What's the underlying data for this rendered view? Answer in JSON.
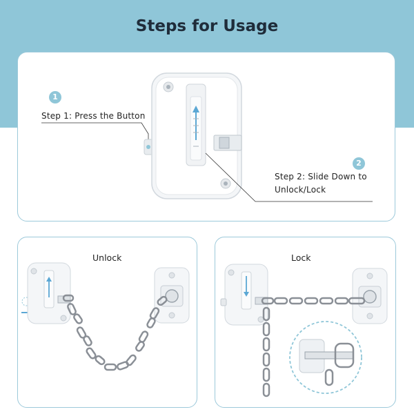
{
  "title": "Steps for Usage",
  "steps": [
    {
      "number": "1",
      "text": "Step 1: Press the Button"
    },
    {
      "number": "2",
      "text_line1": "Step 2: Slide Down to",
      "text_line2": "Unlock/Lock"
    }
  ],
  "panels": {
    "unlock_label": "Unlock",
    "lock_label": "Lock"
  },
  "colors": {
    "accent": "#8fc6d8",
    "panel_border": "#9cc9da",
    "title_text": "#1f2c3a",
    "arrow": "#5ba7d4",
    "device": "#f4f6f8",
    "chain": "#8a8f96"
  },
  "icons": [
    "up-arrow-icon",
    "down-arrow-icon",
    "right-arrow-icon"
  ]
}
